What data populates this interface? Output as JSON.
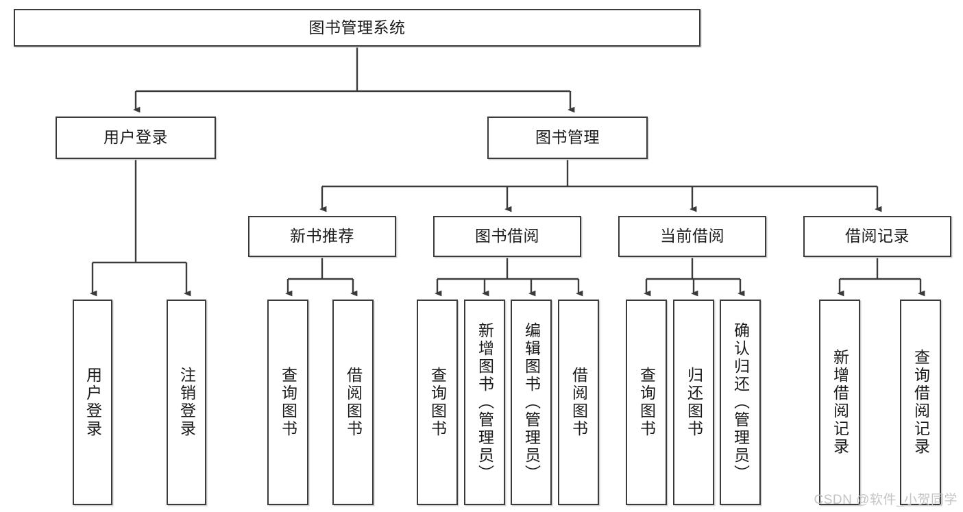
{
  "diagram": {
    "title": "图书管理系统",
    "watermark": "CSDN @软件_小贺同学",
    "line_color": "#3b3b3b",
    "box_fill": "#ffffff",
    "text_color": "#1a1a1a",
    "watermark_color": "#c4c4c4",
    "levels": {
      "root": {
        "label": "图书管理系统"
      },
      "level2": [
        {
          "label": "用户登录"
        },
        {
          "label": "图书管理"
        }
      ],
      "level3": [
        {
          "label": "新书推荐"
        },
        {
          "label": "图书借阅"
        },
        {
          "label": "当前借阅"
        },
        {
          "label": "借阅记录"
        }
      ],
      "leaves": [
        {
          "label": "用户登录",
          "parent": "用户登录"
        },
        {
          "label": "注销登录",
          "parent": "用户登录"
        },
        {
          "label": "查询图书",
          "parent": "新书推荐"
        },
        {
          "label": "借阅图书",
          "parent": "新书推荐"
        },
        {
          "label": "查询图书",
          "parent": "图书借阅"
        },
        {
          "label": "新增图书（管理员）",
          "parent": "图书借阅"
        },
        {
          "label": "编辑图书（管理员）",
          "parent": "图书借阅"
        },
        {
          "label": "借阅图书",
          "parent": "图书借阅"
        },
        {
          "label": "查询图书",
          "parent": "当前借阅"
        },
        {
          "label": "归还图书",
          "parent": "当前借阅"
        },
        {
          "label": "确认归还（管理员）",
          "parent": "当前借阅"
        },
        {
          "label": "新增借阅记录",
          "parent": "借阅记录"
        },
        {
          "label": "查询借阅记录",
          "parent": "借阅记录"
        }
      ]
    }
  }
}
